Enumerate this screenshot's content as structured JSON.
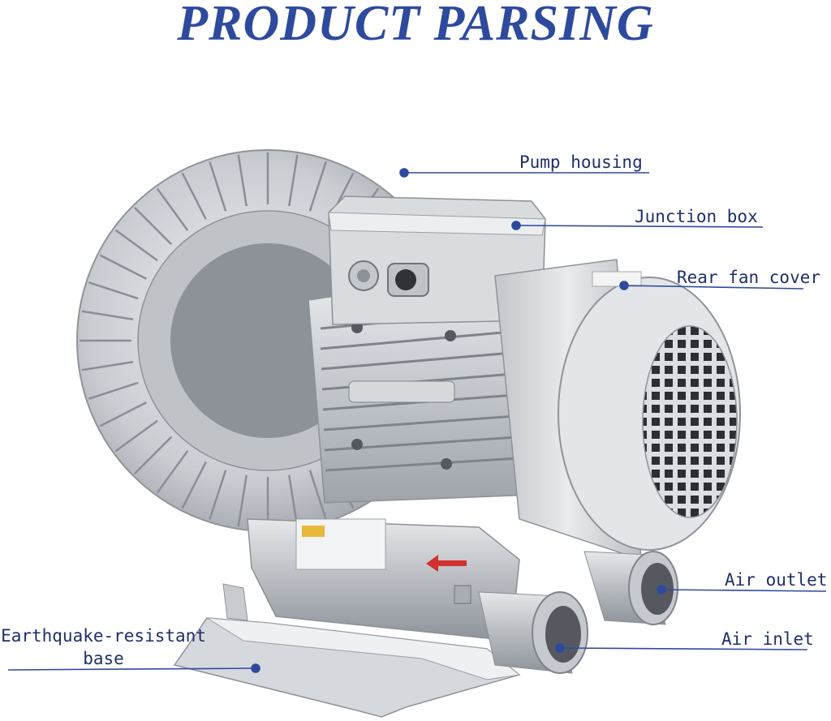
{
  "title": "PRODUCT PARSING",
  "colors": {
    "title": "#2e4a9e",
    "label": "#1f2f6a",
    "leader": "#2e4a9e"
  },
  "labels": {
    "pump_housing": "Pump housing",
    "junction_box": "Junction box",
    "rear_fan_cover": "Rear fan cover",
    "air_outlet": "Air outlet",
    "air_inlet": "Air inlet",
    "base_line1": "Earthquake-resistant",
    "base_line2": "base"
  }
}
